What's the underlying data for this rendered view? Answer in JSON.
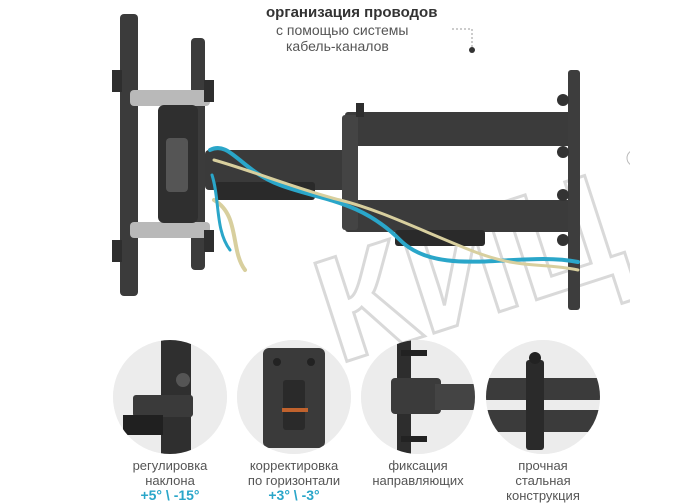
{
  "annotation": {
    "title": "организация проводов",
    "lines": [
      "с помощью системы",
      "кабель-каналов"
    ]
  },
  "watermark_text": "КИЦ",
  "features": [
    {
      "lines": [
        "регулировка",
        "наклона"
      ],
      "range": "+5° \\ -15°"
    },
    {
      "lines": [
        "корректировка",
        "по горизонтали"
      ],
      "range": "+3° \\ -3°"
    },
    {
      "lines": [
        "фиксация",
        "направляющих"
      ],
      "range": ""
    },
    {
      "lines": [
        "прочная",
        "стальная",
        "конструкция"
      ],
      "range": ""
    }
  ],
  "colors": {
    "metal_dark": "#3a3a3a",
    "metal_light": "#b9b9b9",
    "cable_blue": "#2aa6c9",
    "cable_cream": "#d8cf9e",
    "range_accent": "#2aa6c9"
  }
}
